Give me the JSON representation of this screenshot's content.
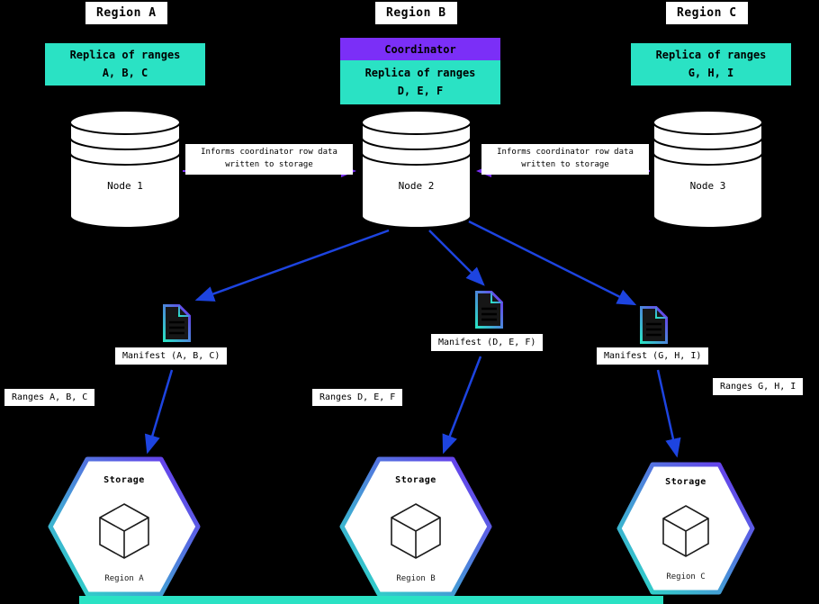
{
  "colors": {
    "background": "#000000",
    "cyan": "#2ae2c4",
    "purple": "#7b2ff7",
    "arrow_blue": "#1d44e0",
    "gradient_start": "#2ae2c4",
    "gradient_end": "#6d2ef0",
    "label_bg": "#ffffff"
  },
  "regions": [
    {
      "title": "Region A",
      "replica_line1": "Replica of ranges",
      "replica_line2": "A, B, C",
      "node_label": "Node 1",
      "manifest_label": "Manifest (A, B, C)",
      "ranges_label": "Ranges A, B, C",
      "storage_title": "Storage",
      "storage_region": "Region A"
    },
    {
      "title": "Region B",
      "coordinator_label": "Coordinator",
      "replica_line1": "Replica of ranges",
      "replica_line2": "D, E, F",
      "node_label": "Node 2",
      "manifest_label": "Manifest (D, E, F)",
      "ranges_label": "Ranges D, E, F",
      "storage_title": "Storage",
      "storage_region": "Region B"
    },
    {
      "title": "Region C",
      "replica_line1": "Replica of ranges",
      "replica_line2": "G, H, I",
      "node_label": "Node 3",
      "manifest_label": "Manifest (G, H, I)",
      "ranges_label": "Ranges G, H, I",
      "storage_title": "Storage",
      "storage_region": "Region C"
    }
  ],
  "informs": [
    {
      "line1": "Informs coordinator row data",
      "line2": "written to storage"
    },
    {
      "line1": "Informs coordinator row data",
      "line2": "written to storage"
    }
  ]
}
